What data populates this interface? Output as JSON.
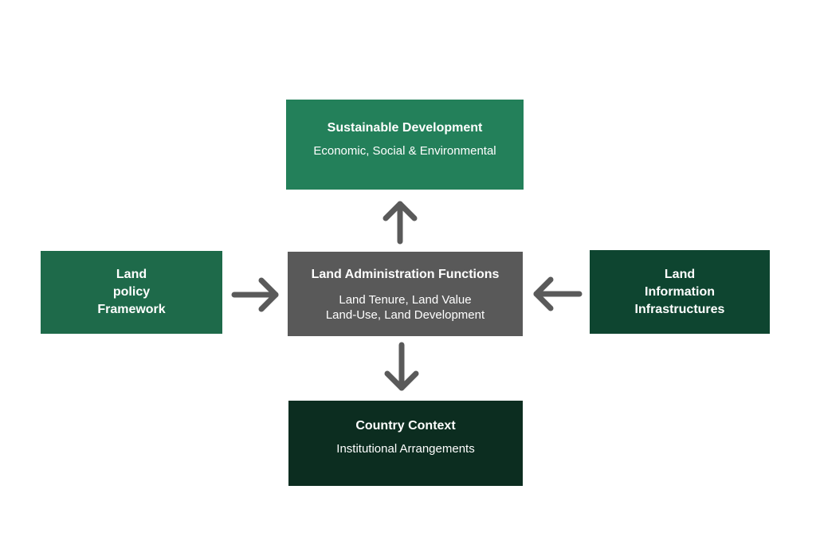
{
  "diagram": {
    "nodes": {
      "sustainable_development": {
        "title": "Sustainable Development",
        "subtitle": "Economic, Social & Environmental",
        "color": "#23805a"
      },
      "land_policy_framework": {
        "lines": [
          "Land",
          "policy",
          "Framework"
        ],
        "color": "#1e6a4a"
      },
      "land_administration_functions": {
        "title": "Land Administration Functions",
        "subtitle_lines": [
          "Land Tenure, Land Value",
          "Land-Use, Land Development"
        ],
        "color": "#595959"
      },
      "land_information_infrastructures": {
        "lines": [
          "Land",
          "Information",
          "Infrastructures"
        ],
        "color": "#0e4530"
      },
      "country_context": {
        "title": "Country Context",
        "subtitle": "Institutional Arrangements",
        "color": "#0c2d20"
      }
    },
    "edges": [
      {
        "from": "land_administration_functions",
        "to": "sustainable_development",
        "direction": "up"
      },
      {
        "from": "land_policy_framework",
        "to": "land_administration_functions",
        "direction": "right"
      },
      {
        "from": "land_information_infrastructures",
        "to": "land_administration_functions",
        "direction": "left"
      },
      {
        "from": "land_administration_functions",
        "to": "country_context",
        "direction": "down"
      }
    ],
    "arrow_color": "#5a5a5a"
  }
}
